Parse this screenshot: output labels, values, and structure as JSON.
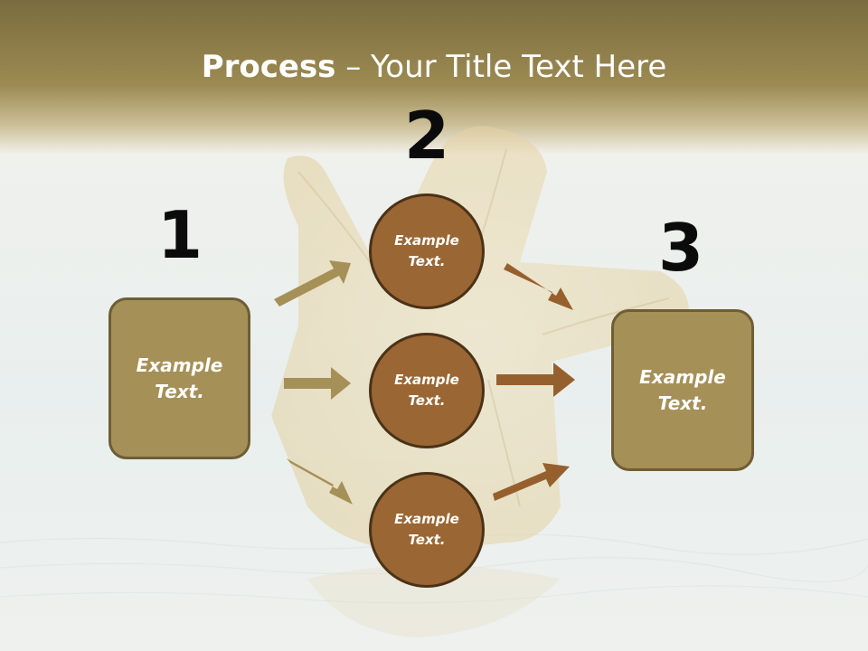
{
  "title": {
    "bold": "Process",
    "rest": " – Your Title Text Here"
  },
  "steps": [
    {
      "number": "1"
    },
    {
      "number": "2"
    },
    {
      "number": "3"
    }
  ],
  "left_box": {
    "text": "Example Text."
  },
  "right_box": {
    "text": "Example Text."
  },
  "circles": [
    {
      "text": "Example Text."
    },
    {
      "text": "Example Text."
    },
    {
      "text": "Example Text."
    }
  ],
  "colors": {
    "header_band": "#8a7a45",
    "box_fill": "#a59058",
    "box_border": "#6e5d35",
    "circle_fill": "#9a6634",
    "circle_border": "#4a3216",
    "arrow_left": "#a59058",
    "arrow_right": "#96602e"
  }
}
